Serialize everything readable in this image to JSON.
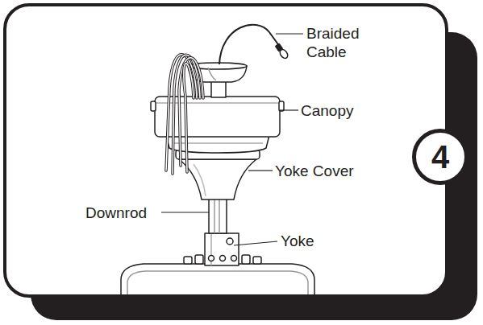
{
  "diagram": {
    "nodes": [
      {
        "text": [
          "4"
        ]
      }
    ],
    "labels": [
      "Braided Cable",
      "Canopy",
      "Yoke Cover",
      "Downrod",
      "Yoke"
    ]
  }
}
